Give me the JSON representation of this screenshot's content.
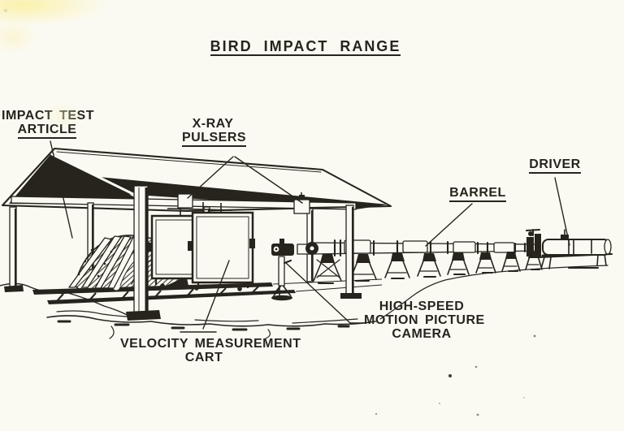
{
  "title": "BIRD IMPACT RANGE",
  "labels": {
    "impact_test_article": {
      "line1": "IMPACT TEST",
      "line2": "ARTICLE"
    },
    "xray_pulsers": {
      "line1": "X-RAY",
      "line2": "PULSERS"
    },
    "driver": "DRIVER",
    "barrel": "BARREL",
    "high_speed_camera": {
      "line1": "HIGH-SPEED",
      "line2": "MOTION PICTURE",
      "line3": "CAMERA"
    },
    "velocity_cart": {
      "line1": "VELOCITY MEASUREMENT",
      "line2": "CART"
    }
  },
  "colors": {
    "paper": "#fbfaf2",
    "ink": "#26241d"
  },
  "drawing": {
    "type": "scanned technical line illustration",
    "components": [
      "open test shelter with gable roof",
      "impact test article",
      "x-ray pulsers",
      "velocity measurement cart",
      "high-speed motion picture camera",
      "barrel on trestle supports",
      "driver"
    ]
  }
}
